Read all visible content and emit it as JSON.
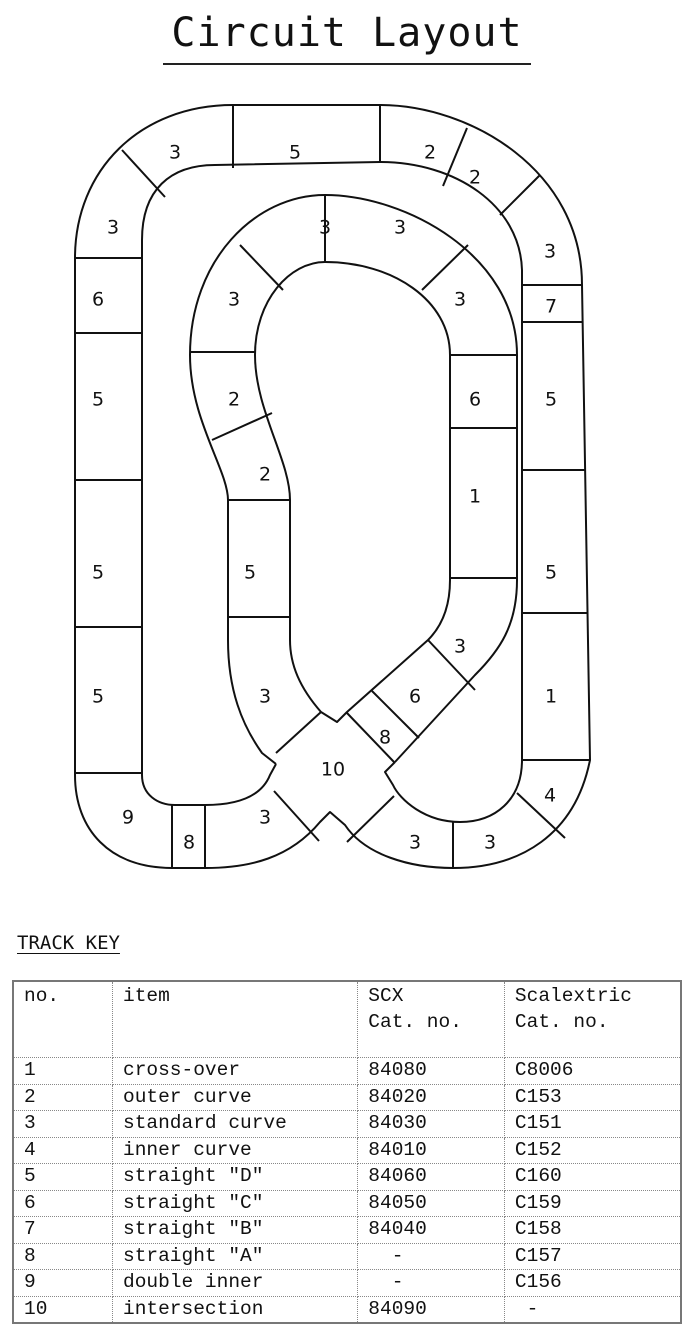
{
  "title": "Circuit Layout",
  "diagram": {
    "labels": [
      "3",
      "5",
      "2",
      "2",
      "3",
      "3",
      "6",
      "7",
      "5",
      "5",
      "5",
      "5",
      "5",
      "1",
      "4",
      "9",
      "8",
      "3",
      "3",
      "3",
      "10",
      "3",
      "3",
      "3",
      "3",
      "2",
      "6",
      "2",
      "1",
      "5",
      "3",
      "3",
      "6",
      "8"
    ]
  },
  "track_key": {
    "title": "TRACK KEY",
    "headers": [
      "no.",
      "item",
      "SCX\nCat. no.",
      "Scalextric\nCat. no."
    ],
    "rows": [
      [
        "1",
        "cross-over",
        "84080",
        "C8006"
      ],
      [
        "2",
        "outer curve",
        "84020",
        "C153"
      ],
      [
        "3",
        "standard curve",
        "84030",
        "C151"
      ],
      [
        "4",
        "inner curve",
        "84010",
        "C152"
      ],
      [
        "5",
        "straight \"D\"",
        "84060",
        "C160"
      ],
      [
        "6",
        "straight \"C\"",
        "84050",
        "C159"
      ],
      [
        "7",
        "straight \"B\"",
        "84040",
        "C158"
      ],
      [
        "8",
        "straight \"A\"",
        "  -",
        "C157"
      ],
      [
        "9",
        "double inner",
        "  -",
        "C156"
      ],
      [
        "10",
        "intersection",
        "84090",
        " -"
      ]
    ]
  }
}
